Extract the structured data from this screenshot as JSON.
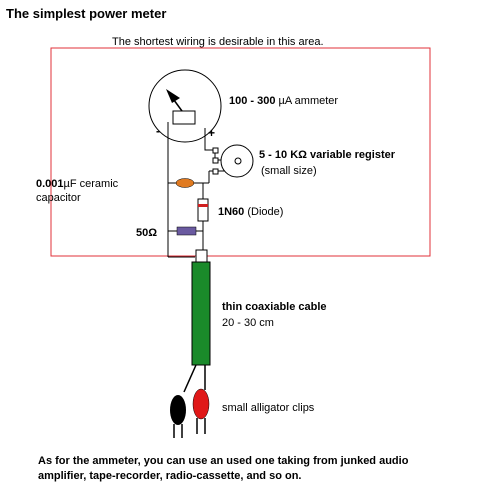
{
  "title": "The simplest power meter",
  "note": "The shortest  wiring is desirable in this area.",
  "ammeter": {
    "value": "100 - 300 ",
    "unit": "µA",
    "suffix": "  ammeter",
    "minus": "-",
    "plus": "+"
  },
  "variable_resistor": {
    "value": "5 - 10 ",
    "unit": "KΩ",
    "suffix": "  variable register",
    "note": "(small size)"
  },
  "capacitor": {
    "value": "0.001",
    "unit": "µF",
    "suffix": "  ceramic",
    "line2": "capacitor"
  },
  "diode": {
    "part": "1N60",
    "suffix": " (Diode)"
  },
  "resistor": {
    "value": "50",
    "unit": "Ω"
  },
  "cable": {
    "line1": "thin coaxiable cable",
    "line2": "20 - 30 cm"
  },
  "clips": "small alligator clips",
  "footer": {
    "line1": "As for the ammeter, you can use an used one taking from junked audio",
    "line2": "amplifier, tape-recorder, radio-cassette, and so on."
  },
  "colors": {
    "area_border": "#e0303a",
    "cable": "#1a8a2a",
    "capacitor": "#e07a20",
    "resistor": "#6a5aa0",
    "diode_band": "#d02020",
    "clip_red": "#e01818",
    "clip_black": "#000000"
  }
}
